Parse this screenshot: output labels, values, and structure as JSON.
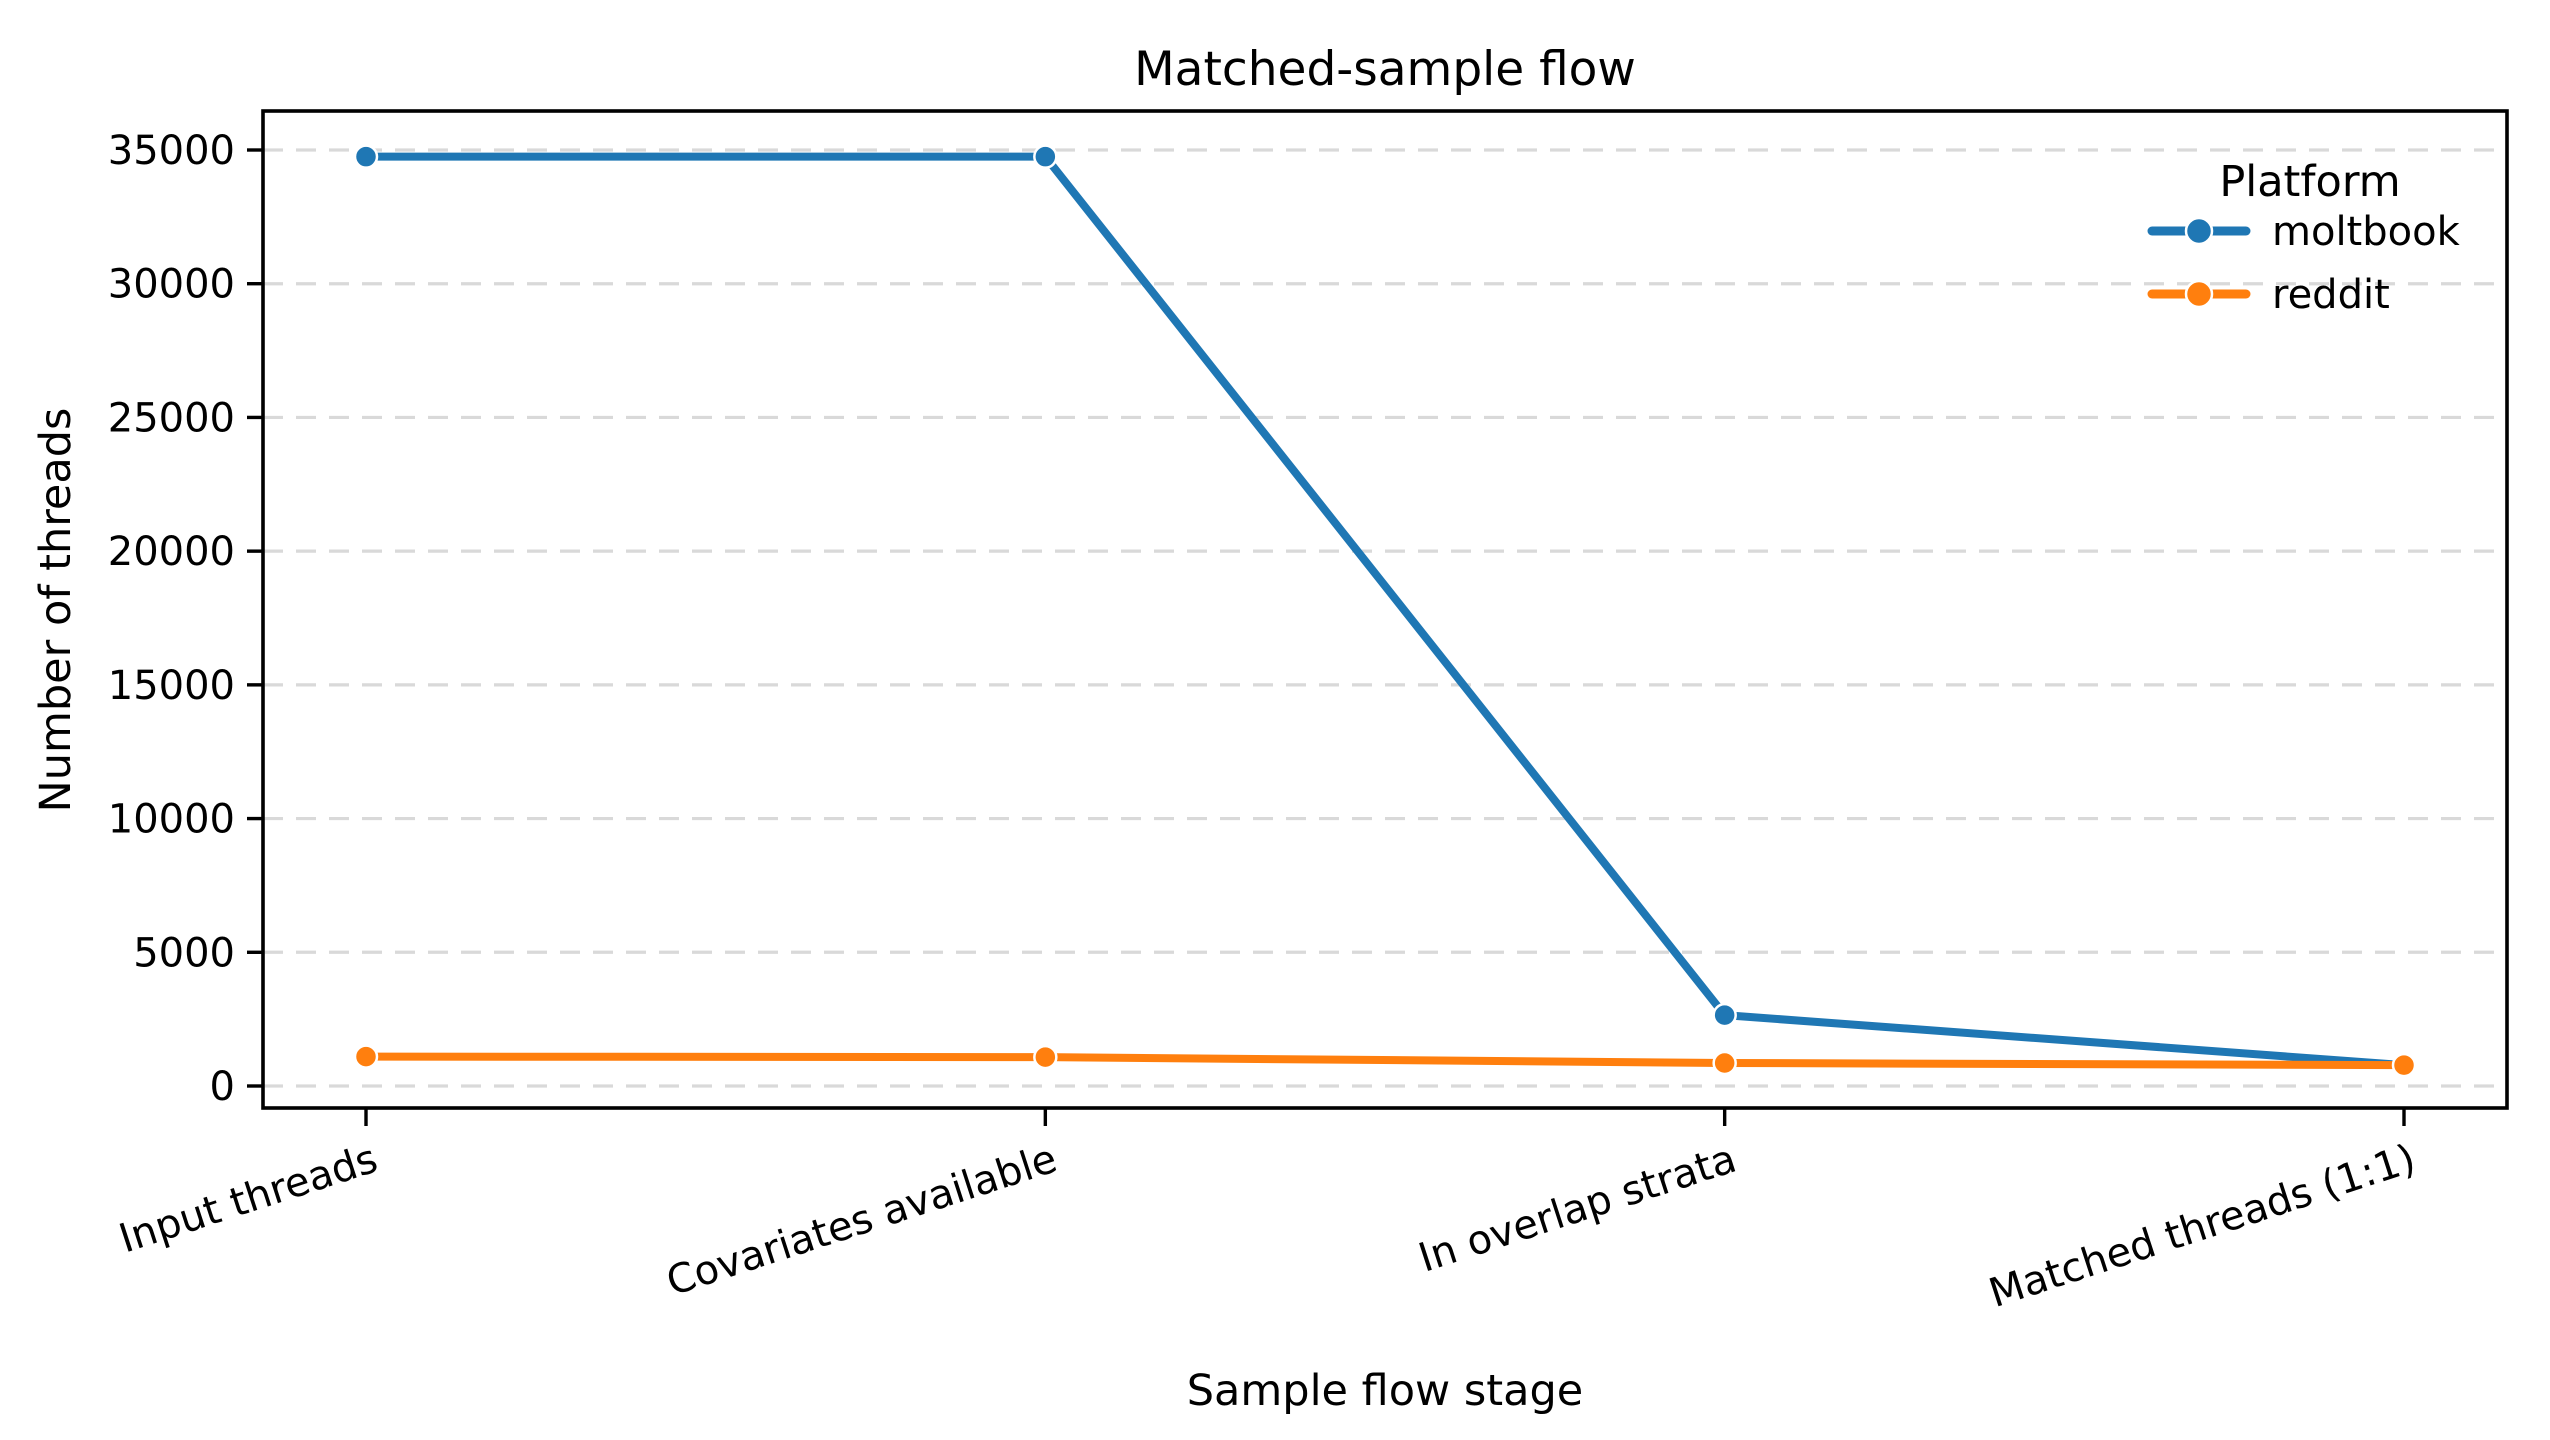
{
  "chart_data": {
    "type": "line",
    "title": "Matched-sample flow",
    "xlabel": "Sample flow stage",
    "ylabel": "Number of threads",
    "categories": [
      "Input threads",
      "Covariates available",
      "In overlap strata",
      "Matched threads (1:1)"
    ],
    "series": [
      {
        "name": "moltbook",
        "color": "#1f77b4",
        "values": [
          34750,
          34750,
          2650,
          780
        ]
      },
      {
        "name": "reddit",
        "color": "#ff7f0e",
        "values": [
          1100,
          1080,
          860,
          780
        ]
      }
    ],
    "legend_title": "Platform",
    "legend_position": "upper right",
    "ylim": [
      0,
      35000
    ],
    "yticks": [
      0,
      5000,
      10000,
      15000,
      20000,
      25000,
      30000,
      35000
    ],
    "grid": {
      "axis": "y",
      "style": "dashed",
      "color": "#d9d9d9"
    },
    "marker": "circle",
    "background": "#ffffff",
    "x_tick_rotation_deg": 18
  }
}
